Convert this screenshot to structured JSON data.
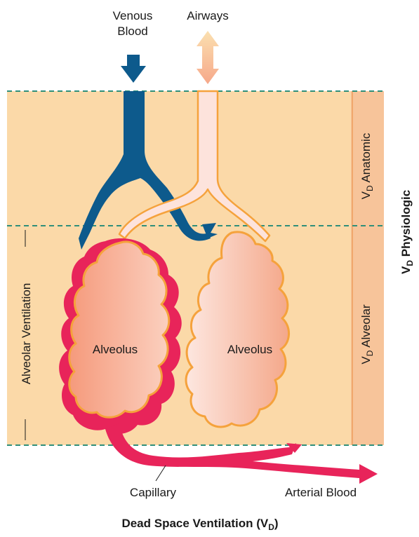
{
  "labels": {
    "venous_blood_line1": "Venous",
    "venous_blood_line2": "Blood",
    "airways": "Airways",
    "alveolus_left": "Alveolus",
    "alveolus_right": "Alveolus",
    "capillary": "Capillary",
    "arterial_blood": "Arterial Blood",
    "alveolar_ventilation": "Alveolar Ventilation",
    "vd_anatomic_prefix": "V",
    "vd_anatomic_sub": "D",
    "vd_anatomic_suffix": " Anatomic",
    "vd_alveolar_prefix": "V",
    "vd_alveolar_sub": "D",
    "vd_alveolar_suffix": " Alveolar",
    "vd_physiologic_prefix": "V",
    "vd_physiologic_sub": "D",
    "vd_physiologic_suffix": " Physiologic",
    "caption_prefix": "Dead Space Ventilation (V",
    "caption_sub": "D",
    "caption_suffix": ")"
  },
  "colors": {
    "background_band": "#fbd9a8",
    "side_band": "#f7c49a",
    "venous": "#0d5a8c",
    "arterial": "#e8245a",
    "airway_fill": "#fde3dc",
    "alveolus_outline": "#f5a23c",
    "alveolus_fill": "#f4a98a",
    "dashed": "#2f8f7a"
  }
}
